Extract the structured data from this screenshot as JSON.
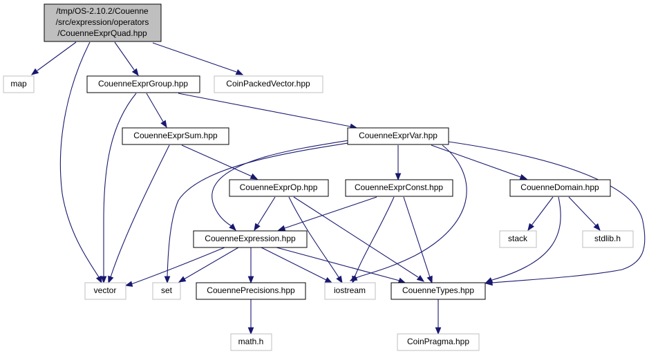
{
  "graph": {
    "root_lines": [
      "/tmp/OS-2.10.2/Couenne",
      "/src/expression/operators",
      "/CouenneExprQuad.hpp"
    ],
    "nodes": {
      "map": "map",
      "group": "CouenneExprGroup.hpp",
      "packed": "CoinPackedVector.hpp",
      "sum": "CouenneExprSum.hpp",
      "var": "CouenneExprVar.hpp",
      "op": "CouenneExprOp.hpp",
      "const": "CouenneExprConst.hpp",
      "domain": "CouenneDomain.hpp",
      "stack": "stack",
      "stdlib": "stdlib.h",
      "expression": "CouenneExpression.hpp",
      "vector": "vector",
      "set": "set",
      "precisions": "CouennePrecisions.hpp",
      "iostream": "iostream",
      "types": "CouenneTypes.hpp",
      "math": "math.h",
      "pragma": "CoinPragma.hpp"
    }
  },
  "colors": {
    "edge": "#191970",
    "root_fill": "#bfbfbf",
    "external_border": "#bfbfbf",
    "internal_border": "#000000"
  }
}
